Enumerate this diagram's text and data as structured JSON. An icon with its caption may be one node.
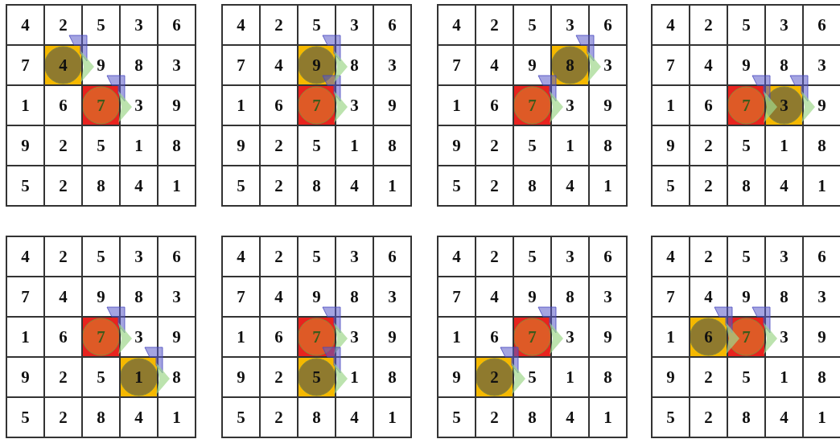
{
  "diagram": {
    "labels": [
      "4",
      "2",
      "5",
      "3",
      "6",
      "7",
      "4",
      "9",
      "8",
      "3",
      "1",
      "6",
      "7",
      "3",
      "9",
      "9",
      "2",
      "5",
      "1",
      "8",
      "5",
      "2",
      "8",
      "4",
      "1",
      "4",
      "2",
      "5",
      "3",
      "6",
      "7",
      "4",
      "9",
      "8",
      "3",
      "1",
      "6",
      "7",
      "3",
      "9",
      "9",
      "2",
      "5",
      "1",
      "8",
      "5",
      "2",
      "8",
      "4",
      "1",
      "4",
      "2",
      "5",
      "3",
      "6",
      "7",
      "4",
      "9",
      "8",
      "3",
      "1",
      "6",
      "7",
      "3",
      "9",
      "9",
      "2",
      "5",
      "1",
      "8",
      "5",
      "2",
      "8",
      "4",
      "1",
      "4",
      "2",
      "5",
      "3",
      "6",
      "7",
      "4",
      "9",
      "8",
      "3",
      "1",
      "6",
      "7",
      "3",
      "9",
      "9",
      "2",
      "5",
      "1",
      "8",
      "5",
      "2",
      "8",
      "4",
      "1",
      "4",
      "2",
      "5",
      "3",
      "6",
      "7",
      "4",
      "9",
      "8",
      "3",
      "1",
      "6",
      "7",
      "3",
      "9",
      "9",
      "2",
      "5",
      "1",
      "8",
      "5",
      "2",
      "8",
      "4",
      "1",
      "4",
      "2",
      "5",
      "3",
      "6",
      "7",
      "4",
      "9",
      "8",
      "3",
      "1",
      "6",
      "7",
      "3",
      "9",
      "9",
      "2",
      "5",
      "1",
      "8",
      "5",
      "2",
      "8",
      "4",
      "1",
      "4",
      "2",
      "5",
      "3",
      "6",
      "7",
      "4",
      "9",
      "8",
      "3",
      "1",
      "6",
      "7",
      "3",
      "9",
      "9",
      "2",
      "5",
      "1",
      "8",
      "5",
      "2",
      "8",
      "4",
      "1",
      "4",
      "2",
      "5",
      "3",
      "6",
      "7",
      "4",
      "9",
      "8",
      "3",
      "1",
      "6",
      "7",
      "3",
      "9",
      "9",
      "2",
      "5",
      "1",
      "8",
      "5",
      "2",
      "8",
      "4",
      "1"
    ]
  }
}
